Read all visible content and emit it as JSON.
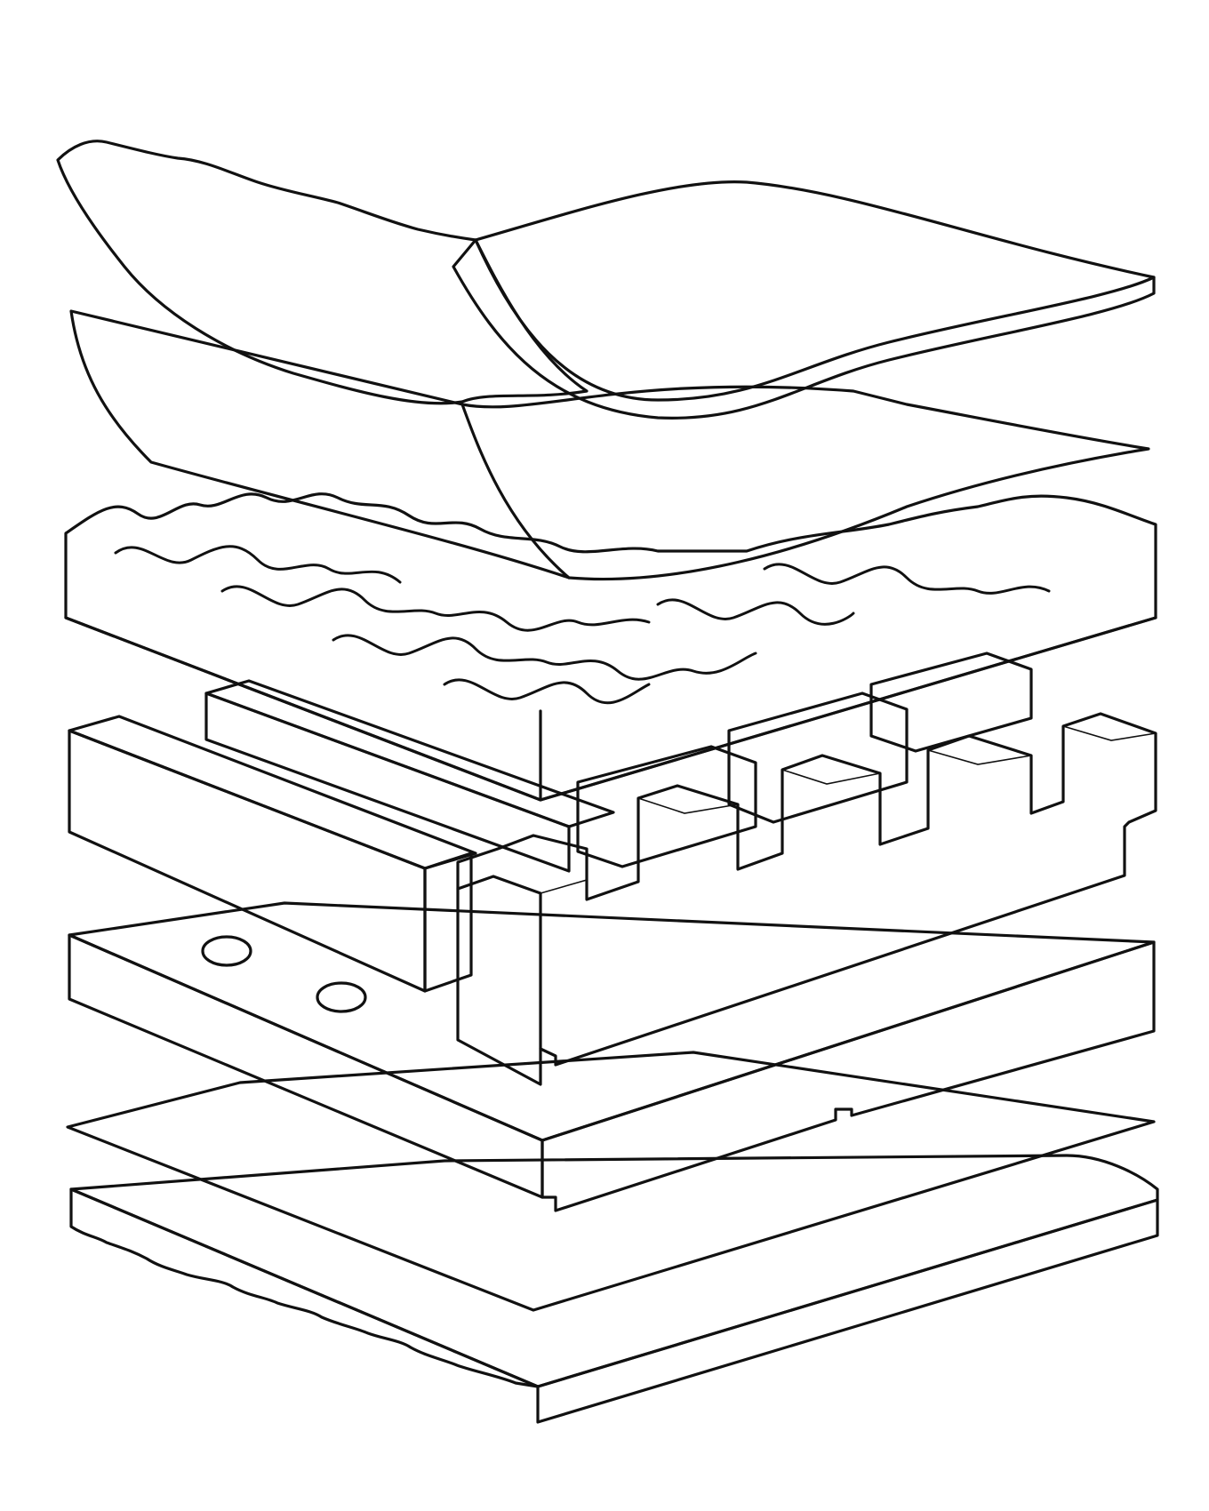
{
  "diagram": {
    "type": "exploded layered cross-section",
    "title": "",
    "labels": [],
    "layers": [
      {
        "id": "quilted-top-cover",
        "fill": "#ffffff",
        "pattern": "quilted-diamond"
      },
      {
        "id": "top-fabric-sheet",
        "fill": "#ffffff",
        "pattern": "none"
      },
      {
        "id": "convoluted-foam",
        "fill": "#dcecf7",
        "pattern": "waves"
      },
      {
        "id": "support-slats",
        "fill": "#dde9c8",
        "pattern": "none"
      },
      {
        "id": "notched-foam-frame",
        "fill": "#ffffff",
        "pattern": "notched"
      },
      {
        "id": "base-foam-slab",
        "fill": "#e4e2ee",
        "pattern": "vent-holes"
      },
      {
        "id": "bottom-fabric-sheet",
        "fill": "#ffffff",
        "pattern": "none"
      },
      {
        "id": "quilted-bottom-cover",
        "fill": "#ffffff",
        "pattern": "quilted-diamond"
      }
    ]
  }
}
